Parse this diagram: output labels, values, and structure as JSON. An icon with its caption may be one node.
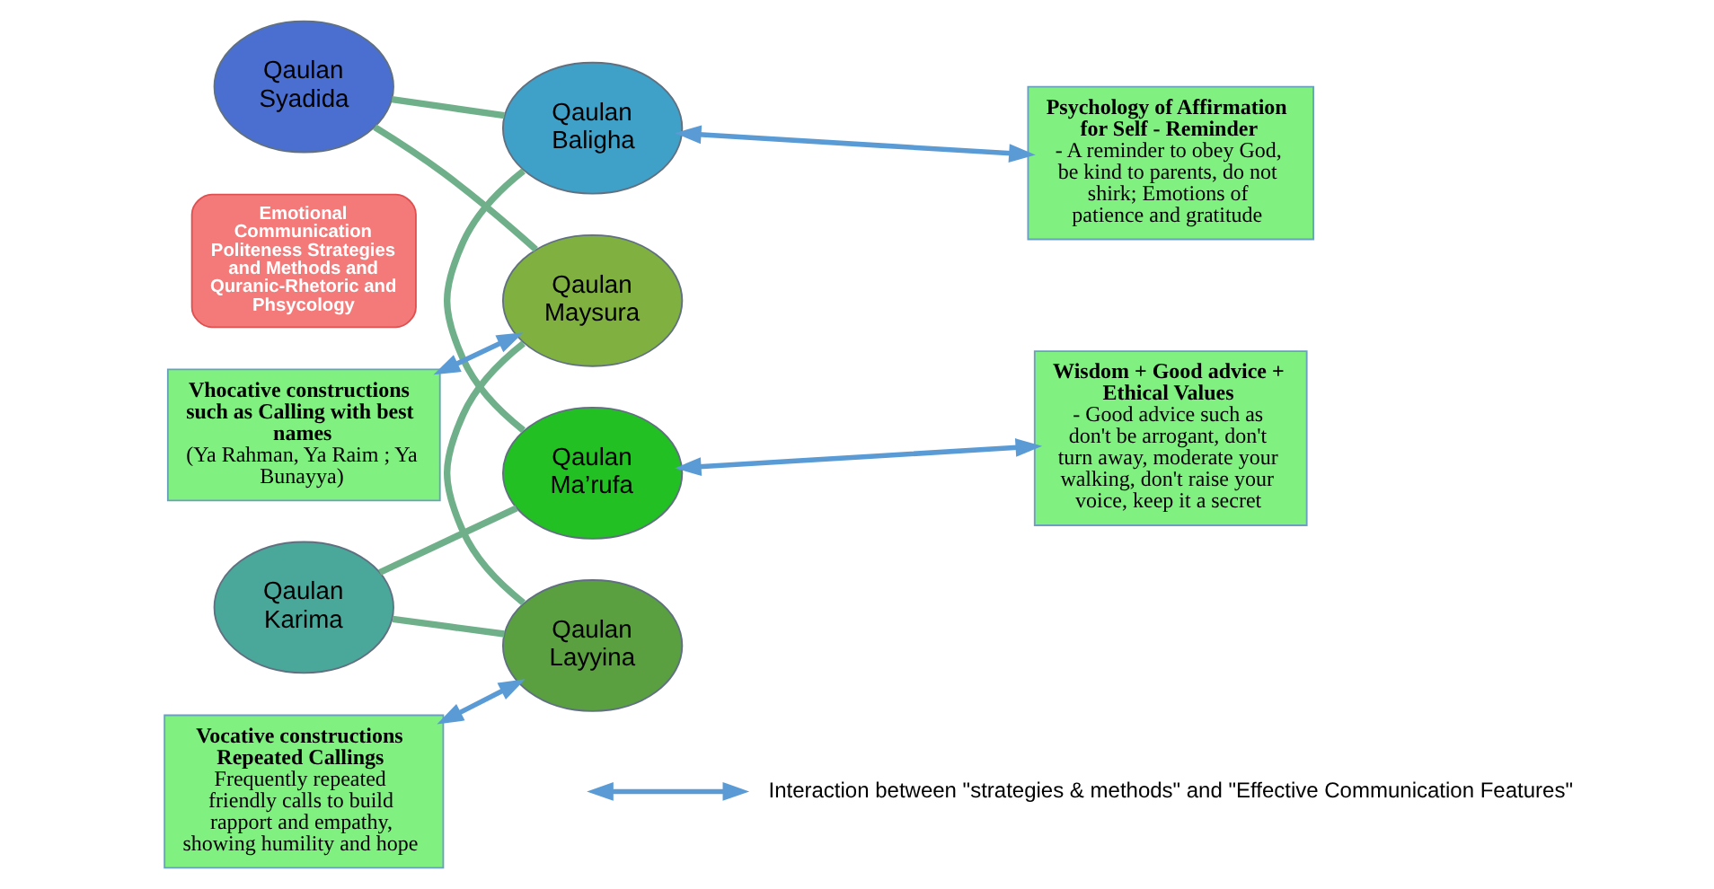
{
  "diagram": {
    "nodes": [
      {
        "text": [
          "Emotional Communication Politeness Strategies and Methods and Quranic-Rhetoric and Phsycology"
        ]
      },
      {
        "text": [
          "Qaulan Syadida"
        ]
      },
      {
        "text": [
          "Qaulan Baligha"
        ]
      },
      {
        "text": [
          "Qaulan Ma’rufa"
        ]
      },
      {
        "text": [
          "Qaulan Karima"
        ]
      },
      {
        "text": [
          "Qaulan Layyina"
        ]
      },
      {
        "text": [
          "Qaulan Maysura"
        ]
      },
      {
        "text": [
          "Vhocative constructions such as Calling with best names",
          "(Ya Rahman, Ya Raim ; Ya Bunayya)"
        ]
      },
      {
        "text": [
          "Vocative constructions Repeated Callings",
          "Frequently repeated friendly calls to build rapport and empathy, showing humility and hope"
        ]
      },
      {
        "text": [
          "Psychology of Affirmation for Self - Reminder",
          "- A reminder to obey God, be kind to parents, do not shirk; Emotions of patience and gratitude"
        ]
      },
      {
        "text": [
          "Wisdom + Good advice + Ethical Values",
          "- Good advice such as don't be arrogant, don't turn away, moderate your walking, don't raise your voice, keep it a secret"
        ]
      }
    ],
    "edges": [
      {
        "from": 1,
        "to": 2,
        "arrow": "none"
      },
      {
        "from": 2,
        "to": 3,
        "arrow": "none"
      },
      {
        "from": 3,
        "to": 4,
        "arrow": "none"
      },
      {
        "from": 4,
        "to": 5,
        "arrow": "none"
      },
      {
        "from": 5,
        "to": 6,
        "arrow": "none"
      },
      {
        "from": 6,
        "to": 1,
        "arrow": "none"
      },
      {
        "from": 7,
        "to": 6,
        "arrow": "both",
        "color": "#5b9bd5"
      },
      {
        "from": 8,
        "to": 5,
        "arrow": "both",
        "color": "#5b9bd5"
      },
      {
        "from": 2,
        "to": 9,
        "arrow": "both",
        "color": "#5b9bd5"
      },
      {
        "from": 3,
        "to": 10,
        "arrow": "both",
        "color": "#5b9bd5"
      }
    ],
    "legend": [
      {
        "text": "Interaction between \"strategies & methods\" and \"Effective Communication Features\""
      }
    ]
  }
}
